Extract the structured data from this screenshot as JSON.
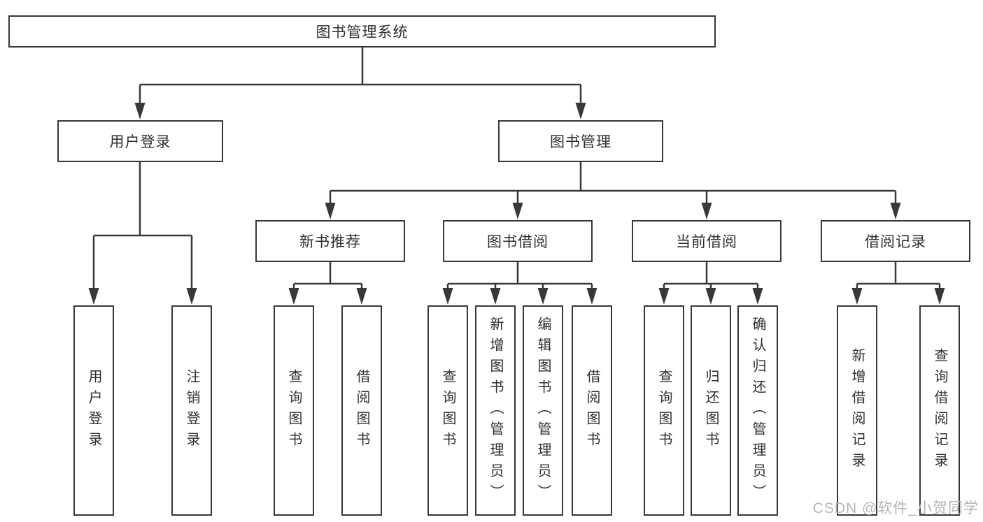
{
  "tree": {
    "root": {
      "label": "图书管理系统",
      "children": [
        {
          "label": "用户登录",
          "children": [
            {
              "label": "用户登录"
            },
            {
              "label": "注销登录"
            }
          ]
        },
        {
          "label": "图书管理",
          "children": [
            {
              "label": "新书推荐",
              "children": [
                {
                  "label": "查询图书"
                },
                {
                  "label": "借阅图书"
                }
              ]
            },
            {
              "label": "图书借阅",
              "children": [
                {
                  "label": "查询图书"
                },
                {
                  "label": "新增图书（管理员）"
                },
                {
                  "label": "编辑图书（管理员）"
                },
                {
                  "label": "借阅图书"
                }
              ]
            },
            {
              "label": "当前借阅",
              "children": [
                {
                  "label": "查询图书"
                },
                {
                  "label": "归还图书"
                },
                {
                  "label": "确认归还（管理员）"
                }
              ]
            },
            {
              "label": "借阅记录",
              "children": [
                {
                  "label": "新增借阅记录"
                },
                {
                  "label": "查询借阅记录"
                }
              ]
            }
          ]
        }
      ]
    }
  },
  "watermark": {
    "text": "CSDN @软件_小贺同学"
  },
  "colors": {
    "line": "#383838",
    "box_border": "#383838",
    "text": "#2f2f2f",
    "background": "#ffffff",
    "watermark": "#b5b5b5"
  }
}
